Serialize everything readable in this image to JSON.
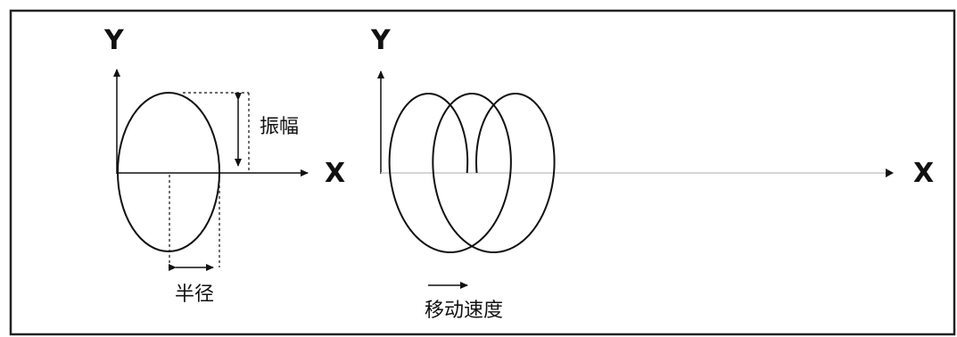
{
  "left_diagram": {
    "y_axis_label": "Y",
    "x_axis_label": "X",
    "amplitude_label": "振幅",
    "radius_label": "半径"
  },
  "right_diagram": {
    "y_axis_label": "Y",
    "x_axis_label": "X",
    "speed_label": "移动速度"
  }
}
